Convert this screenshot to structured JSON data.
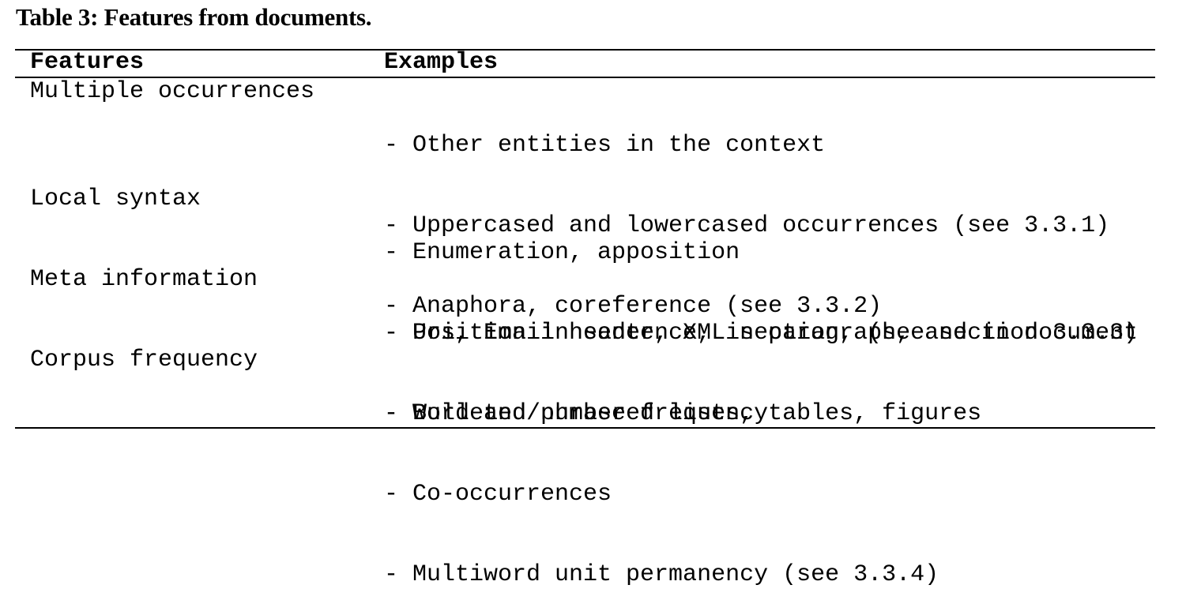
{
  "caption": "Table 3: Features from documents.",
  "table": {
    "headers": {
      "feature": "Features",
      "examples": "Examples"
    },
    "rows": [
      {
        "feature": "Multiple occurrences",
        "examples": [
          "- Other entities in the context",
          "- Uppercased and lowercased occurrences (see 3.3.1)",
          "- Anaphora, coreference (see 3.3.2)"
        ]
      },
      {
        "feature": "Local syntax",
        "examples": [
          "- Enumeration, apposition",
          "- Position in sentence, in paragraph, and in document"
        ]
      },
      {
        "feature": "Meta information",
        "examples": [
          "- Uri, Email header, XML section, (see section 3.3.3)",
          "- Bulleted/numbered lists, tables, figures"
        ]
      },
      {
        "feature": "Corpus frequency",
        "examples": [
          "- Word and phrase frequency",
          "- Co-occurrences",
          "- Multiword unit permanency (see 3.3.4)"
        ]
      }
    ]
  }
}
